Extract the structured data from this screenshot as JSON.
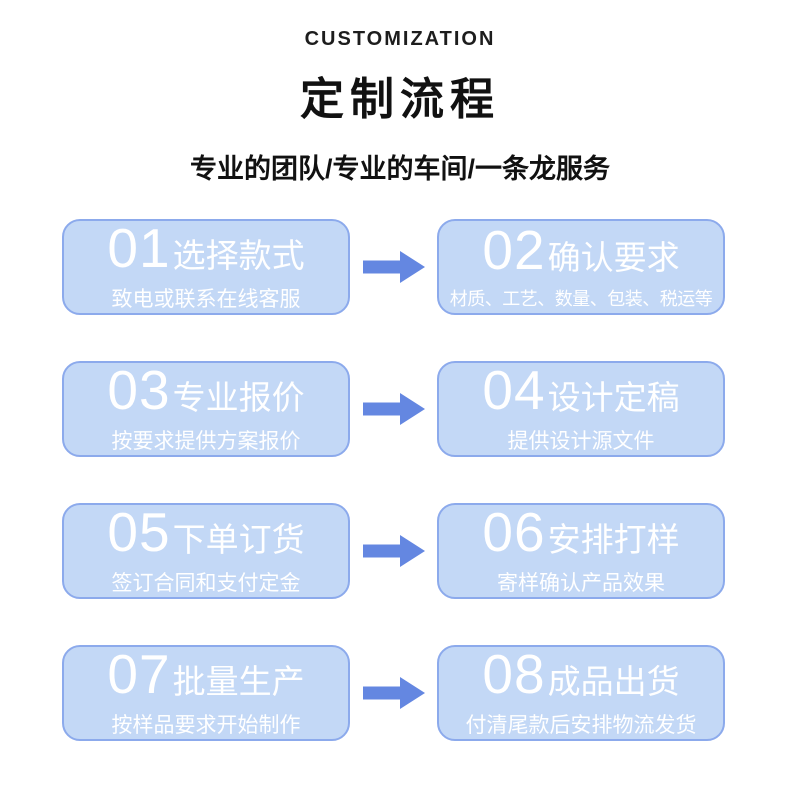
{
  "header": {
    "eyebrow": "CUSTOMIZATION",
    "title": "定制流程",
    "subtitle": "专业的团队/专业的车间/一条龙服务"
  },
  "steps": [
    {
      "number": "01",
      "title": "选择款式",
      "description": "致电或联系在线客服"
    },
    {
      "number": "02",
      "title": "确认要求",
      "description": "材质、工艺、数量、包装、税运等"
    },
    {
      "number": "03",
      "title": "专业报价",
      "description": "按要求提供方案报价"
    },
    {
      "number": "04",
      "title": "设计定稿",
      "description": "提供设计源文件"
    },
    {
      "number": "05",
      "title": "下单订货",
      "description": "签订合同和支付定金"
    },
    {
      "number": "06",
      "title": "安排打样",
      "description": "寄样确认产品效果"
    },
    {
      "number": "07",
      "title": "批量生产",
      "description": "按样品要求开始制作"
    },
    {
      "number": "08",
      "title": "成品出货",
      "description": "付清尾款后安排物流发货"
    }
  ],
  "colors": {
    "box_fill": "#c3d8f6",
    "box_border": "#8caaec",
    "arrow": "#6487e1",
    "box_text": "#ffffff",
    "heading_text": "#111111"
  }
}
